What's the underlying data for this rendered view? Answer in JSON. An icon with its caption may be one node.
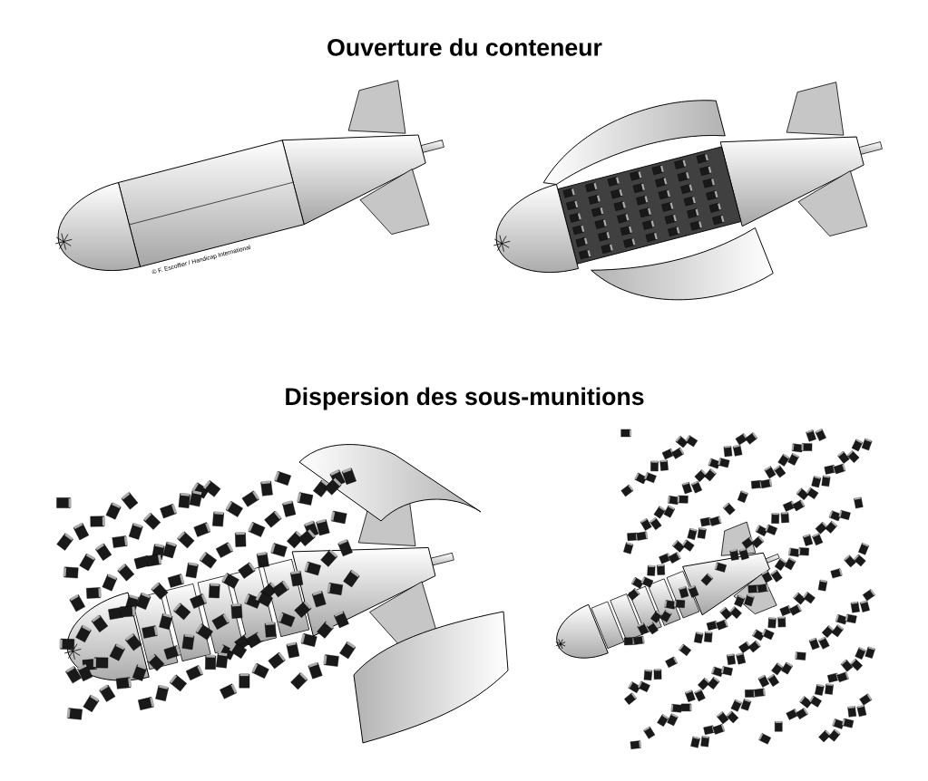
{
  "diagram": {
    "title": "Ouverture du conteneur",
    "labels": [
      "© F. Escoffier / Handicap International",
      "Dispersion des sous-munitions"
    ]
  }
}
